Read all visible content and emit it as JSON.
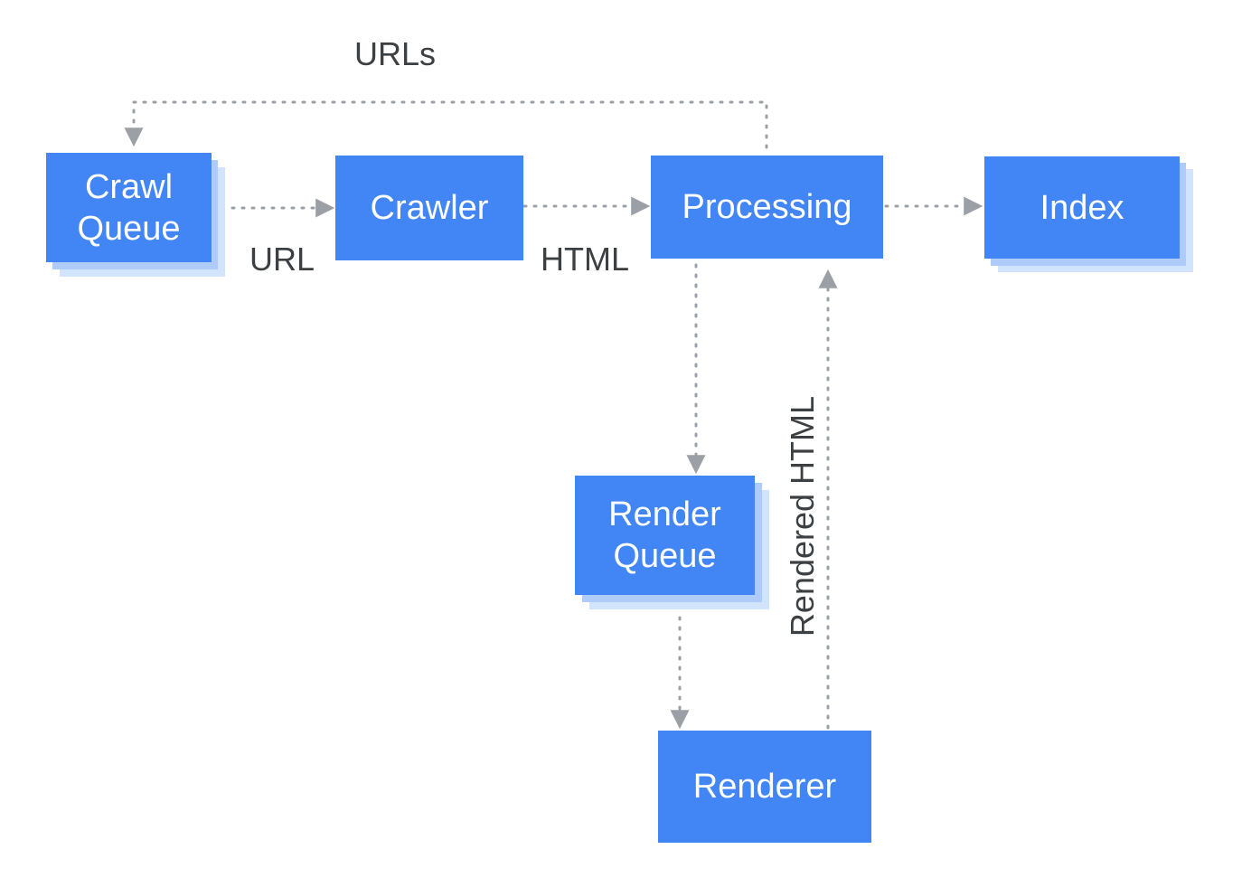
{
  "nodes": {
    "crawl_queue": "Crawl\nQueue",
    "crawler": "Crawler",
    "processing": "Processing",
    "index": "Index",
    "render_queue": "Render\nQueue",
    "renderer": "Renderer"
  },
  "edges": {
    "urls": "URLs",
    "url": "URL",
    "html": "HTML",
    "rendered_html": "Rendered HTML"
  },
  "colors": {
    "box_fill": "#4285f4",
    "box_shadow": "#d2e3fc",
    "box_text": "#ffffff",
    "connector": "#9aa0a6",
    "edge_label_text": "#3c4043"
  }
}
